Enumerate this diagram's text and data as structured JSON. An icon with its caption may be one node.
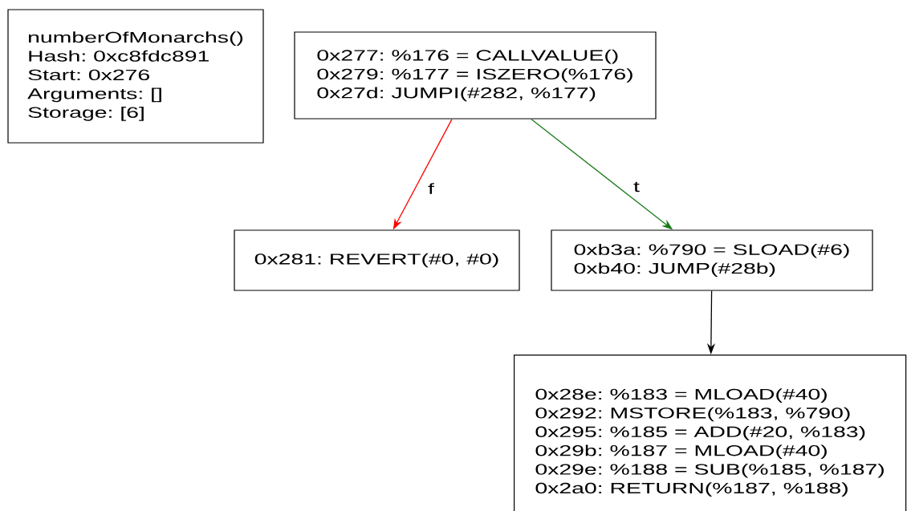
{
  "diagram": {
    "nodes": [
      {
        "text": [
          "numberOfMonarchs()",
          "Hash: 0xc8fdc891",
          "Start: 0x276",
          "Arguments: []",
          "Storage: [6]"
        ]
      },
      {
        "text": [
          "0x277: %176 = CALLVALUE()",
          "0x279: %177 = ISZERO(%176)",
          "0x27d: JUMPI(#282, %177)"
        ]
      },
      {
        "text": [
          "0x281: REVERT(#0, #0)"
        ]
      },
      {
        "text": [
          "0xb3a: %790 = SLOAD(#6)",
          "0xb40: JUMP(#28b)"
        ]
      },
      {
        "text": [
          "0x28e: %183 = MLOAD(#40)",
          "0x292: MSTORE(%183, %790)",
          "0x295: %185 = ADD(#20, %183)",
          "0x29b: %187 = MLOAD(#40)",
          "0x29e: %188 = SUB(%185, %187)",
          "0x2a0: RETURN(%187, %188)"
        ]
      }
    ],
    "edges": [
      {
        "from": 1,
        "to": 2,
        "arrow": "to",
        "label": "f",
        "color": "#ff0000"
      },
      {
        "from": 1,
        "to": 3,
        "arrow": "to",
        "label": "t",
        "color": "#1a7a1a"
      },
      {
        "from": 3,
        "to": 4,
        "arrow": "to",
        "color": "#000000"
      }
    ]
  }
}
